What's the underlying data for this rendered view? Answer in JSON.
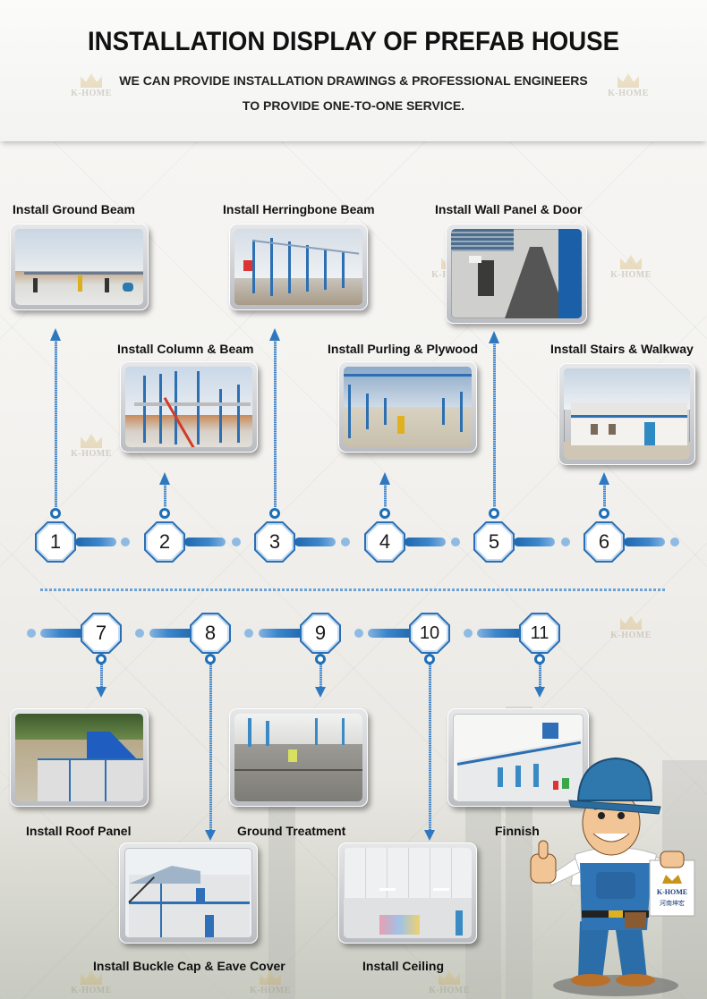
{
  "header": {
    "title": "INSTALLATION DISPLAY OF PREFAB HOUSE",
    "subtitle_line1": "WE CAN PROVIDE INSTALLATION DRAWINGS & PROFESSIONAL ENGINEERS",
    "subtitle_line2": "TO PROVIDE ONE-TO-ONE SERVICE."
  },
  "watermark": {
    "text": "K-HOME"
  },
  "steps": [
    {
      "number": "1",
      "label": "Install Ground Beam"
    },
    {
      "number": "2",
      "label": "Install Column & Beam"
    },
    {
      "number": "3",
      "label": "Install Herringbone Beam"
    },
    {
      "number": "4",
      "label": "Install Purling & Plywood"
    },
    {
      "number": "5",
      "label": "Install Wall Panel & Door"
    },
    {
      "number": "6",
      "label": "Install Stairs & Walkway"
    },
    {
      "number": "7",
      "label": "Install Roof Panel"
    },
    {
      "number": "8",
      "label": "Install Buckle Cap & Eave Cover"
    },
    {
      "number": "9",
      "label": "Ground Treatment"
    },
    {
      "number": "10",
      "label": "Install Ceiling"
    },
    {
      "number": "11",
      "label": "Finnish"
    }
  ],
  "mascot": {
    "sign_brand": "K-HOME",
    "sign_subtext": "河南坤宏"
  },
  "colors": {
    "accent_blue": "#2a6fb5",
    "light_blue": "#8fbbe3",
    "text": "#111111"
  }
}
